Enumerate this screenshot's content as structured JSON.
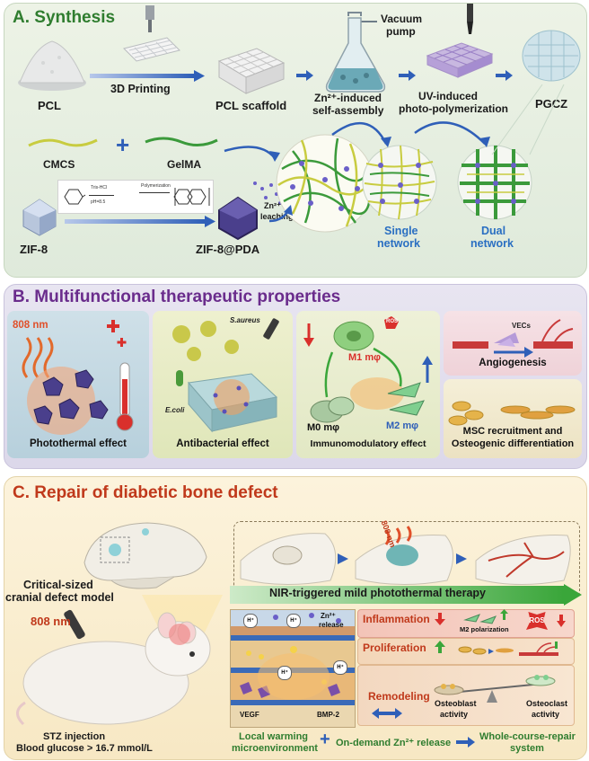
{
  "sectionA": {
    "title": "A. Synthesis",
    "pcl": "PCL",
    "printing": "3D Printing",
    "scaffold": "PCL scaffold",
    "vacuum_line1": "Vacuum",
    "vacuum_line2": "pump",
    "zn_line1": "Zn²⁺-induced",
    "zn_line2": "self-assembly",
    "uv_line1": "UV-induced",
    "uv_line2": "photo-polymerization",
    "pgcz": "PGCZ",
    "cmcs": "CMCS",
    "gelma": "GelMA",
    "zif8": "ZIF-8",
    "zifpda": "ZIF-8@PDA",
    "leach_line1": "Zn²⁺",
    "leach_line2": "leaching",
    "tris": "Tris-HCl",
    "ph": "pH=8.5",
    "polymerization": "Polymerization",
    "single_line1": "Single",
    "single_line2": "network",
    "dual_line1": "Dual",
    "dual_line2": "network"
  },
  "sectionB": {
    "title": "B. Multifunctional therapeutic properties",
    "nm": "808 nm",
    "photothermal": "Photothermal effect",
    "saureus": "S.aureus",
    "ecoli": "E.coli",
    "antibacterial": "Antibacterial effect",
    "ros": "ROS",
    "m1": "M1 mφ",
    "m0": "M0 mφ",
    "m2": "M2 mφ",
    "immuno": "Immunomodulatory effect",
    "vecs": "VECs",
    "angio": "Angiogenesis",
    "msc_line1": "MSC recruitment and",
    "msc_line2": "Osteogenic differentiation"
  },
  "sectionC": {
    "title": "C. Repair of diabetic bone defect",
    "defect_line1": "Critical-sized",
    "defect_line2": "cranial defect model",
    "nm": "808 nm",
    "stz": "STZ injection",
    "glucose": "Blood glucose > 16.7 mmol/L",
    "nm_top": "808 nm",
    "nir": "NIR-triggered mild photothermal therapy",
    "zn_release_line1": "Zn²⁺",
    "zn_release_line2": "release",
    "hplus": "H⁺",
    "vegf": "VEGF",
    "bmp2": "BMP-2",
    "inflammation": "Inflammation",
    "m2pol": "M2 polarization",
    "ros": "ROS",
    "proliferation": "Proliferation",
    "remodeling": "Remodeling",
    "osteoblast_line1": "Osteoblast",
    "osteoblast_line2": "activity",
    "osteoclast_line1": "Osteoclast",
    "osteoclast_line2": "activity",
    "local_line1": "Local warming",
    "local_line2": "microenvironment",
    "ondemand": "On-demand Zn²⁺ release",
    "whole_line1": "Whole-course-repair",
    "whole_line2": "system"
  },
  "colors": {
    "panelA": "#e6efe0",
    "panelB": "#e3e0ee",
    "panelC": "#fbf0d6",
    "titleA": "#2f7d2f",
    "titleB": "#6a2c8c",
    "titleC": "#c0391b",
    "arrowBlue": "#2f5fb8",
    "green": "#3aa63a",
    "red": "#d9302c"
  }
}
